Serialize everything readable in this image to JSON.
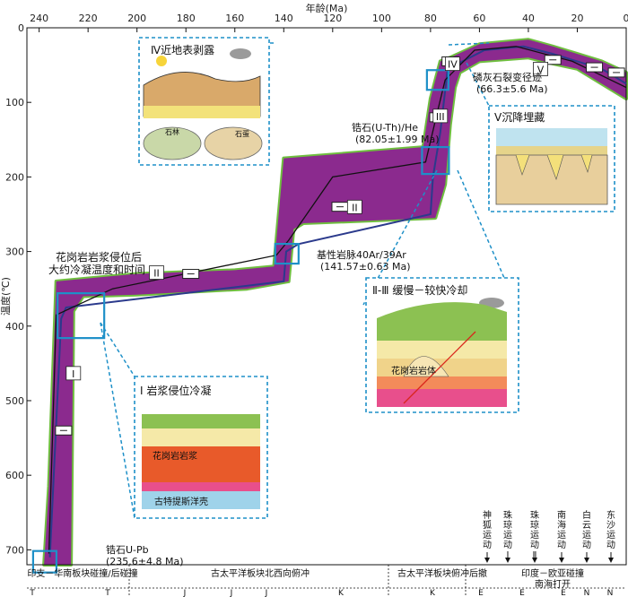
{
  "chart_data": {
    "type": "line",
    "xlabel": "年龄(Ma)",
    "ylabel": "温度(℃)",
    "xlim": [
      245,
      0
    ],
    "ylim": [
      0,
      720
    ],
    "x_ticks": [
      240,
      220,
      200,
      180,
      160,
      140,
      120,
      100,
      80,
      60,
      40,
      20,
      0
    ],
    "y_ticks": [
      0,
      100,
      200,
      300,
      400,
      500,
      600,
      700
    ],
    "grid": false,
    "colors": {
      "envelope": "#8b2a8e",
      "envelope_edge": "#6fbf3f",
      "path_main": "#2b3a8c",
      "path_alt": "#111111",
      "callout": "#1e90c8",
      "label_red": "#e8372b"
    },
    "series": [
      {
        "x": [
          235.6,
          231,
          229,
          140,
          139,
          134,
          80,
          79,
          76,
          73,
          58,
          42,
          30,
          10,
          0
        ],
        "y": [
          710,
          390,
          375,
          340,
          300,
          290,
          250,
          200,
          140,
          55,
          30,
          25,
          35,
          55,
          75
        ]
      },
      {
        "x": [
          236,
          233,
          210,
          143,
          138,
          120,
          82,
          77,
          74,
          62,
          45,
          22,
          0
        ],
        "y": [
          705,
          385,
          350,
          305,
          285,
          200,
          180,
          110,
          70,
          30,
          25,
          45,
          80
        ]
      }
    ],
    "constraints": [
      {
        "label": "锆石U-Pb",
        "value": "(235.6±4.8 Ma)"
      },
      {
        "label": "基性岩脉40Ar/39Ar",
        "value": "(141.57±0.63 Ma)"
      },
      {
        "label": "锆石(U-Th)/He",
        "value": "(82.05±1.99 Ma)"
      },
      {
        "label": "磷灰石裂变径迹",
        "value": "(66.3±5.6 Ma)"
      }
    ],
    "stage_labels": [
      "I",
      "II",
      "II",
      "III",
      "IV",
      "V"
    ],
    "annotations": [
      {
        "line1": "花岗岩岩浆侵位后",
        "line2": "大约冷凝温度和时间"
      }
    ],
    "insets": [
      {
        "title": "Ⅳ近地表剥露",
        "sublabels": [
          "石林",
          "石蛋"
        ]
      },
      {
        "title": "Ⅴ沉降埋藏",
        "sublabels": []
      },
      {
        "title": "Ⅱ-Ⅲ 缓慢－较快冷却",
        "sublabels": [
          "花岗岩岩体"
        ]
      },
      {
        "title": "Ⅰ 岩浆侵位冷凝",
        "sublabels": [
          "花岗岩岩浆",
          "古特提斯洋壳"
        ]
      }
    ],
    "orogeny_events": [
      "神狐运动",
      "珠琼运动Ⅰ",
      "珠琼运动Ⅱ",
      "南海运动",
      "白云运动",
      "东沙运动"
    ],
    "tectonic_bands": [
      "印支－华南板块碰撞/后碰撞",
      "古太平洋板块北西向俯冲",
      "古太平洋板块俯冲后撤",
      "印度－欧亚碰撞",
      "南海打开"
    ],
    "period_labels": [
      "T",
      "T",
      "J",
      "J",
      "J",
      "K",
      "K",
      "E",
      "E",
      "E",
      "N",
      "N"
    ]
  }
}
